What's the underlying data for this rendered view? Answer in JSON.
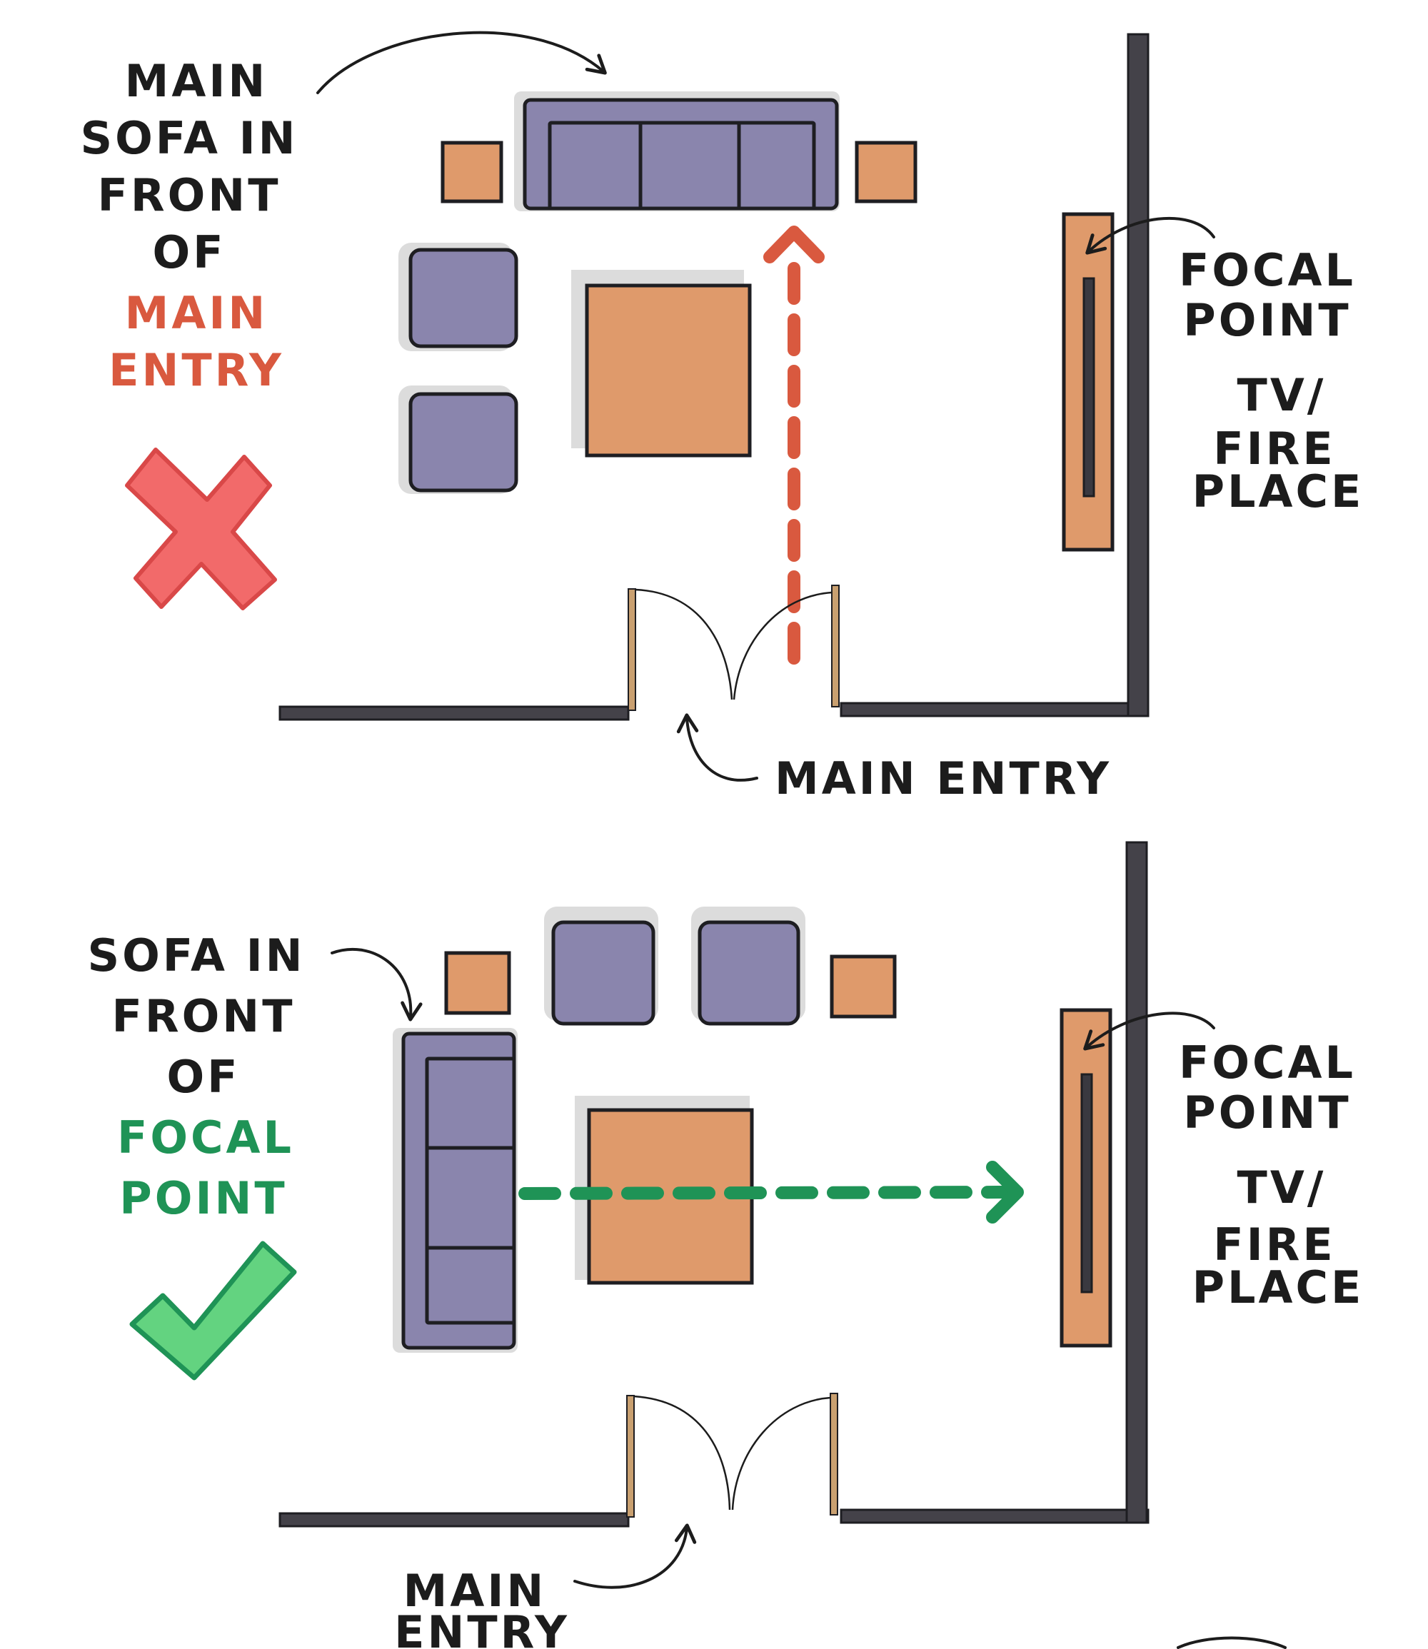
{
  "top": {
    "label_lines": [
      "MAIN",
      "SOFA IN",
      "FRONT",
      "OF"
    ],
    "highlight_lines": [
      "MAIN",
      "ENTRY"
    ],
    "entry_label": "MAIN ENTRY",
    "focal_label_lines": [
      "FOCAL",
      "POINT"
    ],
    "tv_label_lines": [
      "TV/",
      "FIRE",
      "PLACE"
    ],
    "verdict": "cross-icon"
  },
  "bottom": {
    "label_lines": [
      "SOFA IN",
      "FRONT",
      "OF"
    ],
    "highlight_lines": [
      "FOCAL",
      "POINT"
    ],
    "entry_label_lines": [
      "MAIN",
      "ENTRY"
    ],
    "focal_label_lines": [
      "FOCAL",
      "POINT"
    ],
    "tv_label_lines": [
      "TV/",
      "FIRE",
      "PLACE"
    ],
    "verdict": "check-icon"
  },
  "colors": {
    "sofa": "#8a85ad",
    "wood": "#df9a6b",
    "wall": "#444249",
    "wrong": "#d9593f",
    "right": "#1f9356",
    "cross_fill": "#f26a6a",
    "check_fill": "#63d380"
  }
}
